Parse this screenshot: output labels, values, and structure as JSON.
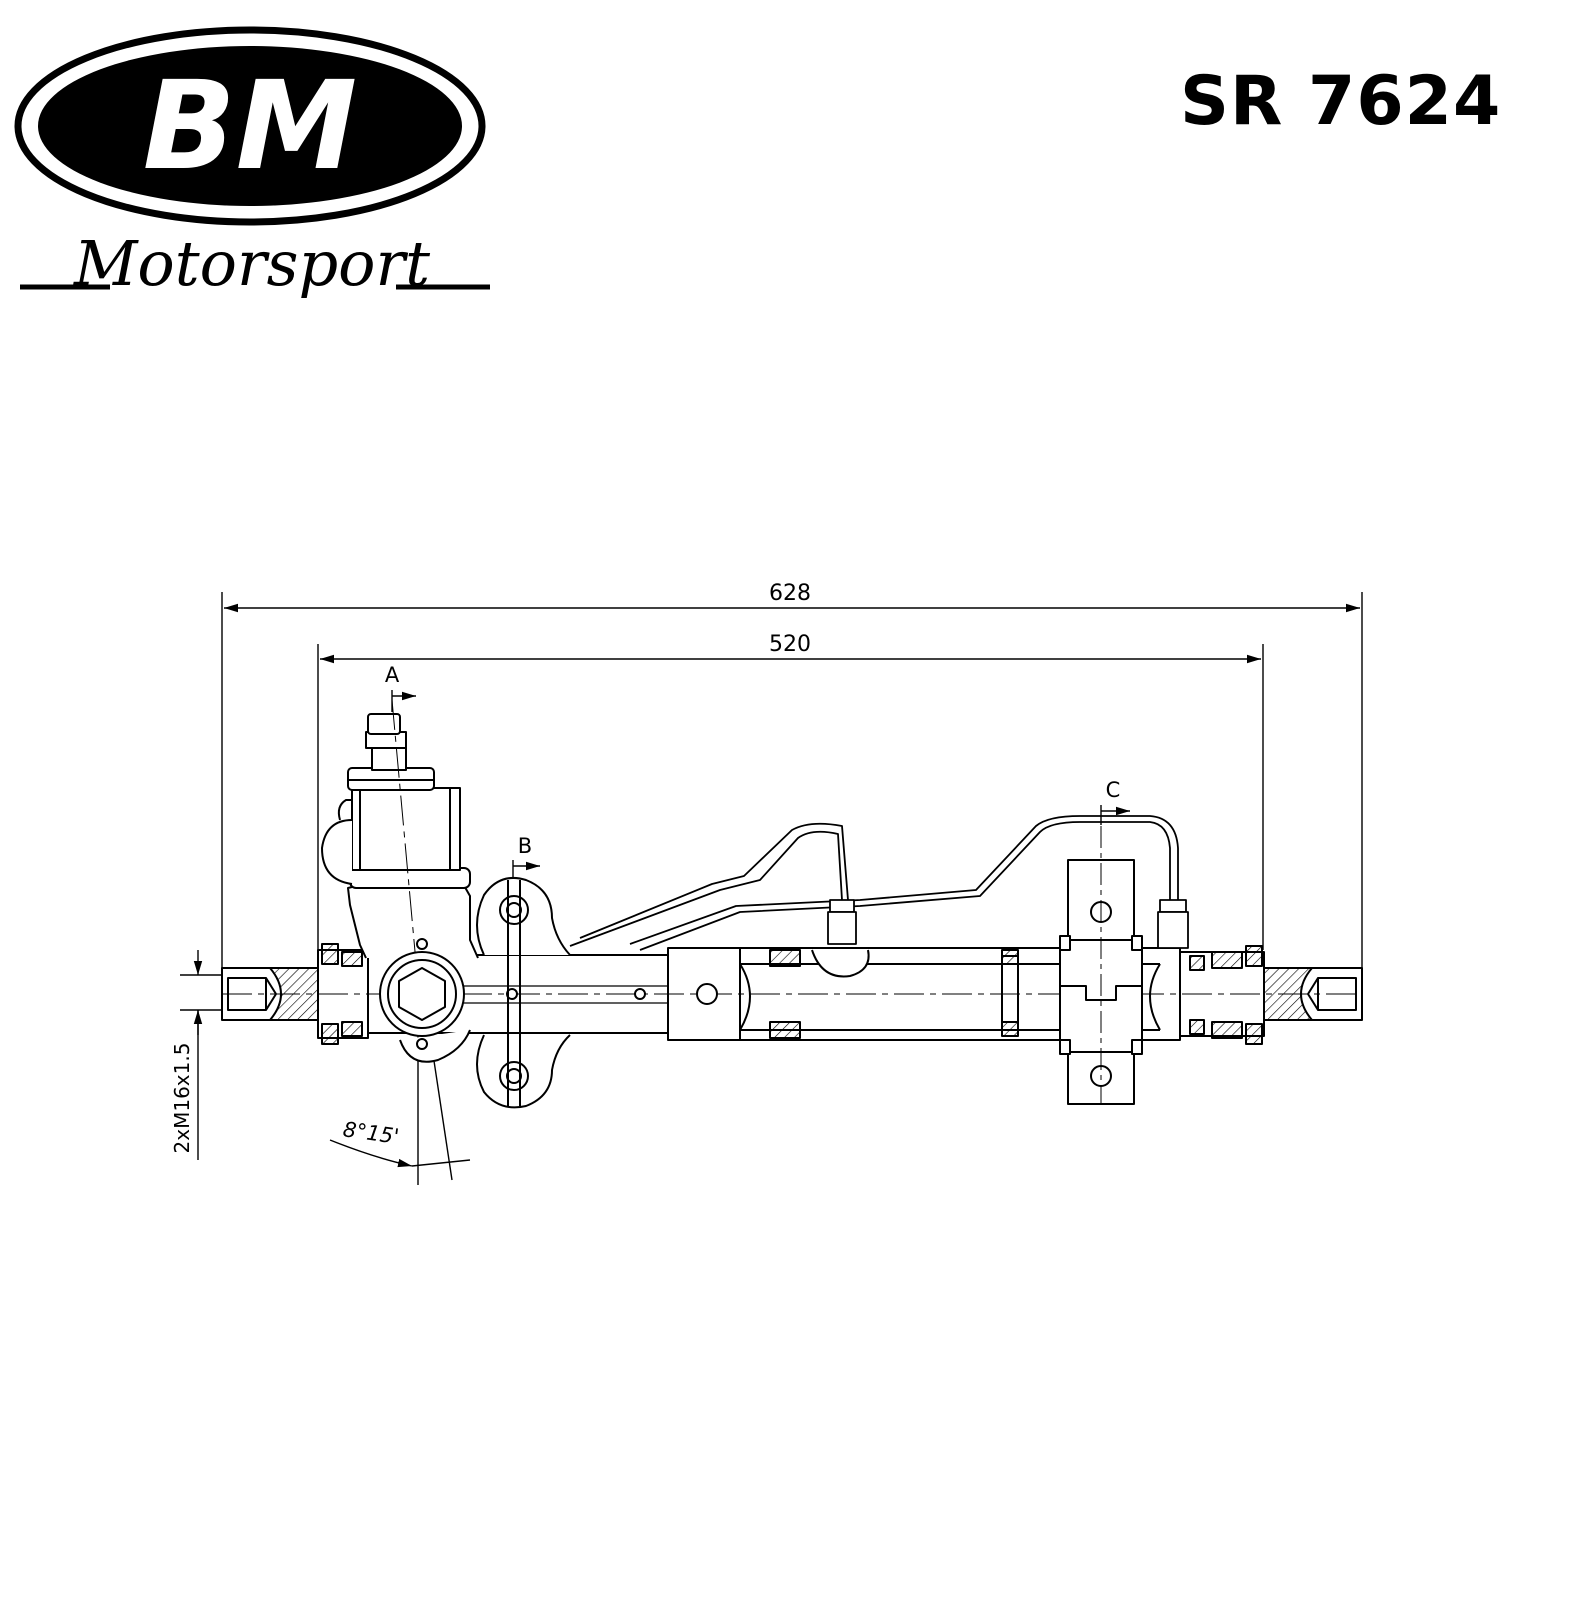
{
  "brand": {
    "logo_text": "BM",
    "sub_text": "Motorsport"
  },
  "part_number": "SR 7624",
  "dimensions": {
    "overall_length": "628",
    "mount_length": "520",
    "thread": "2xM16x1.5",
    "angle": "8°15'"
  },
  "section_labels": {
    "a": "A",
    "b": "B",
    "c": "C"
  },
  "colors": {
    "ink": "#000000",
    "paper": "#ffffff"
  }
}
